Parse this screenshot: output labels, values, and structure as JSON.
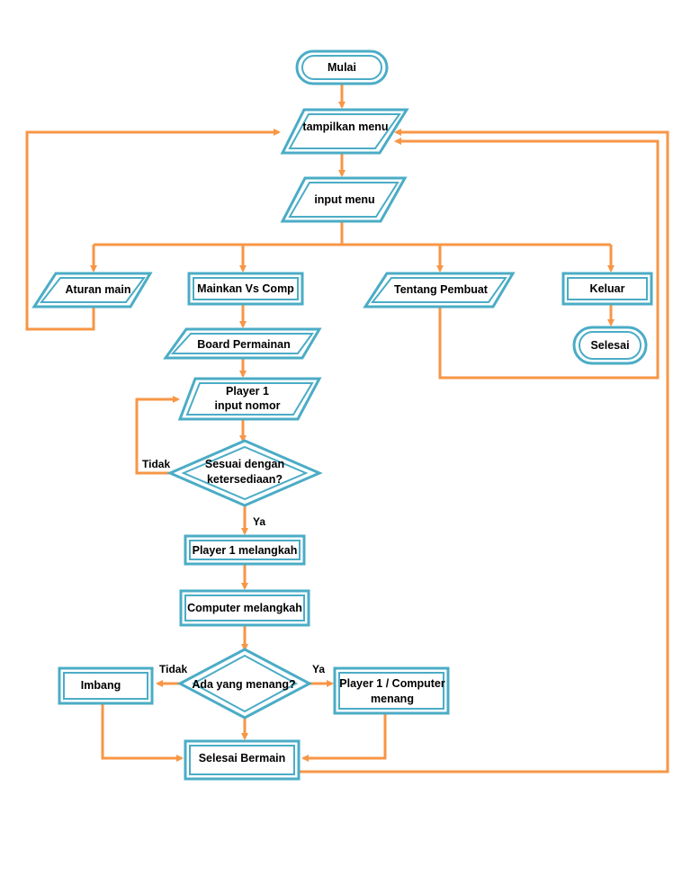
{
  "colors": {
    "node_border": "#4BACC6",
    "connector": "#F79646",
    "text": "#000000"
  },
  "nodes": {
    "mulai": {
      "label": "Mulai"
    },
    "tampilkan_menu": {
      "label": "tampilkan menu"
    },
    "input_menu": {
      "label": "input menu"
    },
    "aturan_main": {
      "label": "Aturan main"
    },
    "mainkan_vs_comp": {
      "label": "Mainkan Vs Comp"
    },
    "tentang_pembuat": {
      "label": "Tentang Pembuat"
    },
    "keluar": {
      "label": "Keluar"
    },
    "selesai": {
      "label": "Selesai"
    },
    "board_permainan": {
      "label": "Board Permainan"
    },
    "player1_input": {
      "label_line1": "Player 1",
      "label_line2": "input nomor"
    },
    "sesuai": {
      "label_line1": "Sesuai dengan",
      "label_line2": "ketersediaan?"
    },
    "player1_melangkah": {
      "label": "Player 1 melangkah"
    },
    "computer_melangkah": {
      "label": "Computer melangkah"
    },
    "ada_menang": {
      "label": "Ada yang menang?"
    },
    "imbang": {
      "label": "Imbang"
    },
    "pemenang": {
      "label_line1": "Player 1 / Computer",
      "label_line2": "menang"
    },
    "selesai_bermain": {
      "label": "Selesai Bermain"
    }
  },
  "edge_labels": {
    "sesuai_tidak": "Tidak",
    "sesuai_ya": "Ya",
    "menang_tidak": "Tidak",
    "menang_ya": "Ya"
  }
}
